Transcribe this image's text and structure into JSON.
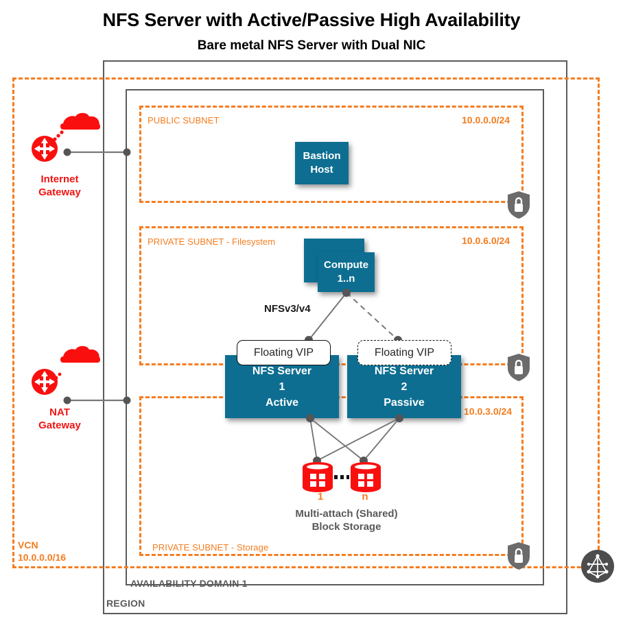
{
  "header": {
    "title": "NFS Server with Active/Passive High Availability",
    "subtitle": "Bare metal NFS Server with Dual NIC"
  },
  "frames": {
    "region_label": "REGION",
    "availability_domain_label": "AVAILABILITY DOMAIN 1",
    "vcn_label_line1": "VCN",
    "vcn_label_line2": "10.0.0.0/16"
  },
  "subnets": [
    {
      "name": "public",
      "label": "PUBLIC SUBNET",
      "cidr": "10.0.0.0/24"
    },
    {
      "name": "filesystem",
      "label": "PRIVATE SUBNET - Filesystem",
      "cidr": "10.0.6.0/24"
    },
    {
      "name": "storage",
      "label": "PRIVATE SUBNET - Storage",
      "cidr": "10.0.3.0/24"
    }
  ],
  "gateways": [
    {
      "name": "internet-gateway",
      "line1": "Internet",
      "line2": "Gateway",
      "icon": "router-cloud-icon"
    },
    {
      "name": "nat-gateway",
      "line1": "NAT",
      "line2": "Gateway",
      "icon": "router-cloud-icon"
    }
  ],
  "nodes": {
    "bastion": {
      "line1": "Bastion",
      "line2": "Host"
    },
    "compute": {
      "line1": "Compute",
      "line2": "1..n"
    },
    "nfs1": {
      "line1": "NFS Server",
      "line2": "1",
      "line3": "Active"
    },
    "nfs2": {
      "line1": "NFS Server",
      "line2": "2",
      "line3": "Passive"
    },
    "vip_active": "Floating VIP",
    "vip_passive": "Floating VIP"
  },
  "labels": {
    "nfs_protocol": "NFSv3/v4",
    "storage_caption_line1": "Multi-attach (Shared)",
    "storage_caption_line2": "Block Storage",
    "storage_first": "1",
    "storage_last": "n"
  },
  "icons": {
    "security_list": "shield-lock-icon",
    "service_gateway": "network-mesh-icon",
    "block_storage": "block-storage-cylinder-icon"
  },
  "colors": {
    "accent_orange": "#f57c1f",
    "node_teal": "#0d6e91",
    "gateway_red": "#f01414",
    "frame_gray": "#5a5a5a",
    "connector_gray": "#555555"
  }
}
